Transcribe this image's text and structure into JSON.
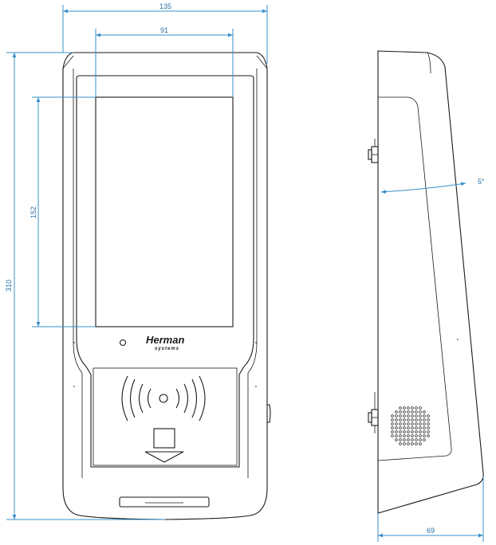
{
  "dimensions": {
    "overall_width": "135",
    "screen_width": "91",
    "overall_height": "310",
    "screen_height": "152",
    "tilt_angle": "5°",
    "depth": "69"
  },
  "logo": {
    "brand": "Herman",
    "subtitle": "systems"
  },
  "colors": {
    "dimension_line": "#3a8fc9",
    "dimension_text": "#2a6fa3",
    "outline": "#1a1a1a"
  }
}
